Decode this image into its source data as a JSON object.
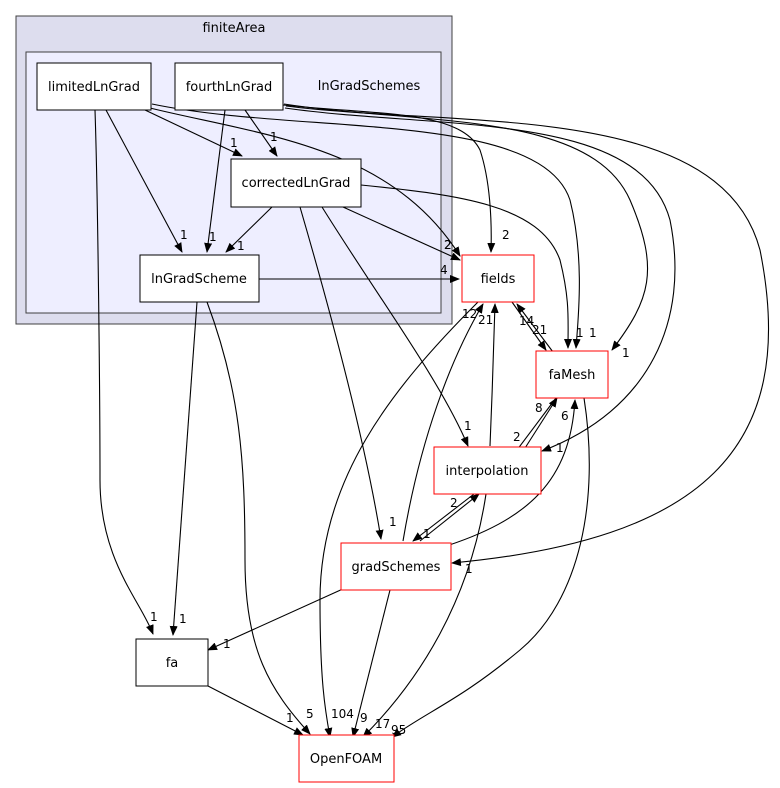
{
  "colors": {
    "outer_cluster_fill": "#ddddee",
    "inner_cluster_fill": "#eeeeff",
    "cluster_border": "#404040",
    "local_node_border": "#000000",
    "external_node_border": "#ff0000",
    "node_fill": "#ffffff",
    "edge": "#000000"
  },
  "clusters": {
    "finiteArea": "finiteArea",
    "lnGradSchemes": "lnGradSchemes"
  },
  "nodes": {
    "limitedLnGrad": "limitedLnGrad",
    "fourthLnGrad": "fourthLnGrad",
    "correctedLnGrad": "correctedLnGrad",
    "lnGradScheme": "lnGradScheme",
    "fields": "fields",
    "faMesh": "faMesh",
    "interpolation": "interpolation",
    "gradSchemes": "gradSchemes",
    "fa": "fa",
    "OpenFOAM": "OpenFOAM"
  },
  "edges": [
    {
      "id": "limited-fa",
      "from": "limitedLnGrad",
      "to": "fa",
      "label": "1"
    },
    {
      "id": "limited-lngradscheme",
      "from": "limitedLnGrad",
      "to": "lnGradScheme",
      "label": "1"
    },
    {
      "id": "limited-corrected",
      "from": "limitedLnGrad",
      "to": "correctedLnGrad",
      "label": "1"
    },
    {
      "id": "limited-fields",
      "from": "limitedLnGrad",
      "to": "fields",
      "label": "2"
    },
    {
      "id": "limited-famesh",
      "from": "limitedLnGrad",
      "to": "faMesh",
      "label": "1"
    },
    {
      "id": "fourth-lngradscheme",
      "from": "fourthLnGrad",
      "to": "lnGradScheme",
      "label": "1"
    },
    {
      "id": "fourth-corrected",
      "from": "fourthLnGrad",
      "to": "correctedLnGrad",
      "label": "1"
    },
    {
      "id": "fourth-fields",
      "from": "fourthLnGrad",
      "to": "fields",
      "label": "2"
    },
    {
      "id": "fourth-famesh",
      "from": "fourthLnGrad",
      "to": "faMesh",
      "label": "1"
    },
    {
      "id": "fourth-interpolation",
      "from": "fourthLnGrad",
      "to": "interpolation",
      "label": "1"
    },
    {
      "id": "fourth-gradschemes",
      "from": "fourthLnGrad",
      "to": "gradSchemes",
      "label": "1"
    },
    {
      "id": "corrected-lngradscheme",
      "from": "correctedLnGrad",
      "to": "lnGradScheme",
      "label": "1"
    },
    {
      "id": "corrected-fields",
      "from": "correctedLnGrad",
      "to": "fields",
      "label": "2"
    },
    {
      "id": "corrected-famesh",
      "from": "correctedLnGrad",
      "to": "faMesh",
      "label": "1"
    },
    {
      "id": "corrected-interpolation",
      "from": "correctedLnGrad",
      "to": "interpolation",
      "label": "1"
    },
    {
      "id": "corrected-gradschemes",
      "from": "correctedLnGrad",
      "to": "gradSchemes",
      "label": "1"
    },
    {
      "id": "lngradscheme-fields",
      "from": "lnGradScheme",
      "to": "fields",
      "label": "4"
    },
    {
      "id": "lngradscheme-fa",
      "from": "lnGradScheme",
      "to": "fa",
      "label": "1"
    },
    {
      "id": "lngradscheme-openfoam",
      "from": "lnGradScheme",
      "to": "OpenFOAM",
      "label": "5"
    },
    {
      "id": "fields-famesh",
      "from": "fields",
      "to": "faMesh",
      "label": "21"
    },
    {
      "id": "famesh-fields",
      "from": "faMesh",
      "to": "fields",
      "label": "14"
    },
    {
      "id": "fields-openfoam",
      "from": "fields",
      "to": "OpenFOAM",
      "label": "104"
    },
    {
      "id": "famesh-interpolation",
      "from": "faMesh",
      "to": "interpolation",
      "label": "2"
    },
    {
      "id": "interpolation-famesh",
      "from": "interpolation",
      "to": "faMesh",
      "label": "8"
    },
    {
      "id": "famesh-openfoam",
      "from": "faMesh",
      "to": "OpenFOAM",
      "label": "95"
    },
    {
      "id": "interpolation-fields",
      "from": "interpolation",
      "to": "fields",
      "label": "21"
    },
    {
      "id": "interpolation-gradschemes",
      "from": "interpolation",
      "to": "gradSchemes",
      "label": "1"
    },
    {
      "id": "interpolation-openfoam",
      "from": "interpolation",
      "to": "OpenFOAM",
      "label": "17"
    },
    {
      "id": "gradschemes-interpolation",
      "from": "gradSchemes",
      "to": "interpolation",
      "label": "2"
    },
    {
      "id": "gradschemes-fields",
      "from": "gradSchemes",
      "to": "fields",
      "label": "12"
    },
    {
      "id": "gradschemes-famesh",
      "from": "gradSchemes",
      "to": "faMesh",
      "label": "6"
    },
    {
      "id": "gradschemes-fa",
      "from": "gradSchemes",
      "to": "fa",
      "label": "1"
    },
    {
      "id": "gradschemes-openfoam",
      "from": "gradSchemes",
      "to": "OpenFOAM",
      "label": "9"
    },
    {
      "id": "fa-openfoam",
      "from": "fa",
      "to": "OpenFOAM",
      "label": "1"
    }
  ]
}
